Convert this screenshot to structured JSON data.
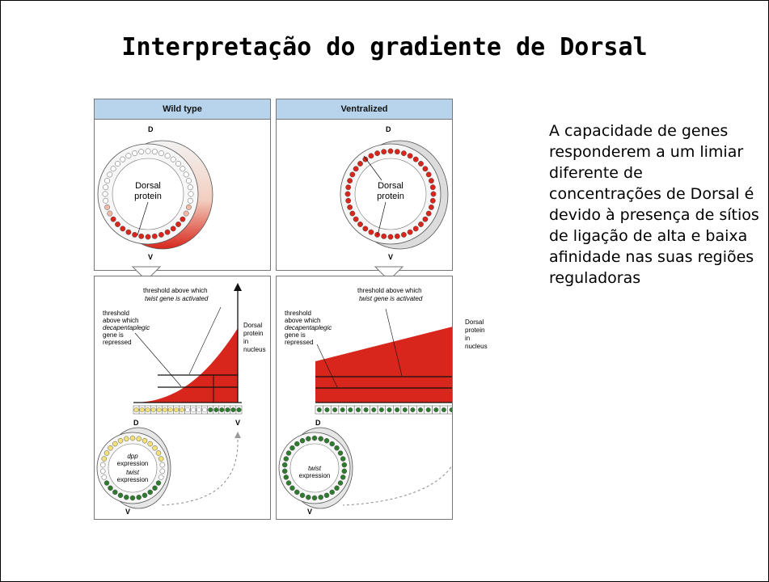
{
  "slide": {
    "title": "Interpretação do gradiente de Dorsal",
    "body": "A capacidade de genes responderem a um limiar diferente de concentrações de Dorsal é devido à presença de sítios de ligação de alta e baixa afinidade nas suas regiões reguladoras"
  },
  "figure": {
    "wild_type": {
      "header": "Wild type",
      "label_d": "D",
      "label_v": "V",
      "dorsal_l1": "Dorsal",
      "dorsal_l2": "protein",
      "thr_twist_l1": "threshold above which",
      "thr_twist_l2": "twist gene is activated",
      "thr_dpp_l1": "threshold",
      "thr_dpp_l2": "above which",
      "thr_dpp_l3": "decapentaplegic",
      "thr_dpp_l4": "gene is",
      "thr_dpp_l5": "repressed",
      "axis_l1": "Dorsal",
      "axis_l2": "protein",
      "axis_l3": "in",
      "axis_l4": "nucleus",
      "dpp_l1": "dpp",
      "dpp_l2": "expression",
      "twist_l1": "twist",
      "twist_l2": "expression"
    },
    "ventralized": {
      "header": "Ventralized",
      "label_d": "D",
      "label_v": "V",
      "dorsal_l1": "Dorsal",
      "dorsal_l2": "protein",
      "thr_twist_l1": "threshold above which",
      "thr_twist_l2": "twist gene is activated",
      "thr_dpp_l1": "threshold",
      "thr_dpp_l2": "above which",
      "thr_dpp_l3": "decapentaplegic",
      "thr_dpp_l4": "gene is",
      "thr_dpp_l5": "repressed",
      "axis_l1": "Dorsal",
      "axis_l2": "protein",
      "axis_l3": "in",
      "axis_l4": "nucleus",
      "twist_l1": "twist",
      "twist_l2": "expression"
    }
  },
  "colors": {
    "dorsal_red": "#d8261c",
    "header_blue": "#b7d4ec",
    "nucleus_green": "#2e7a2e",
    "nucleus_yellow": "#f3e27a"
  }
}
